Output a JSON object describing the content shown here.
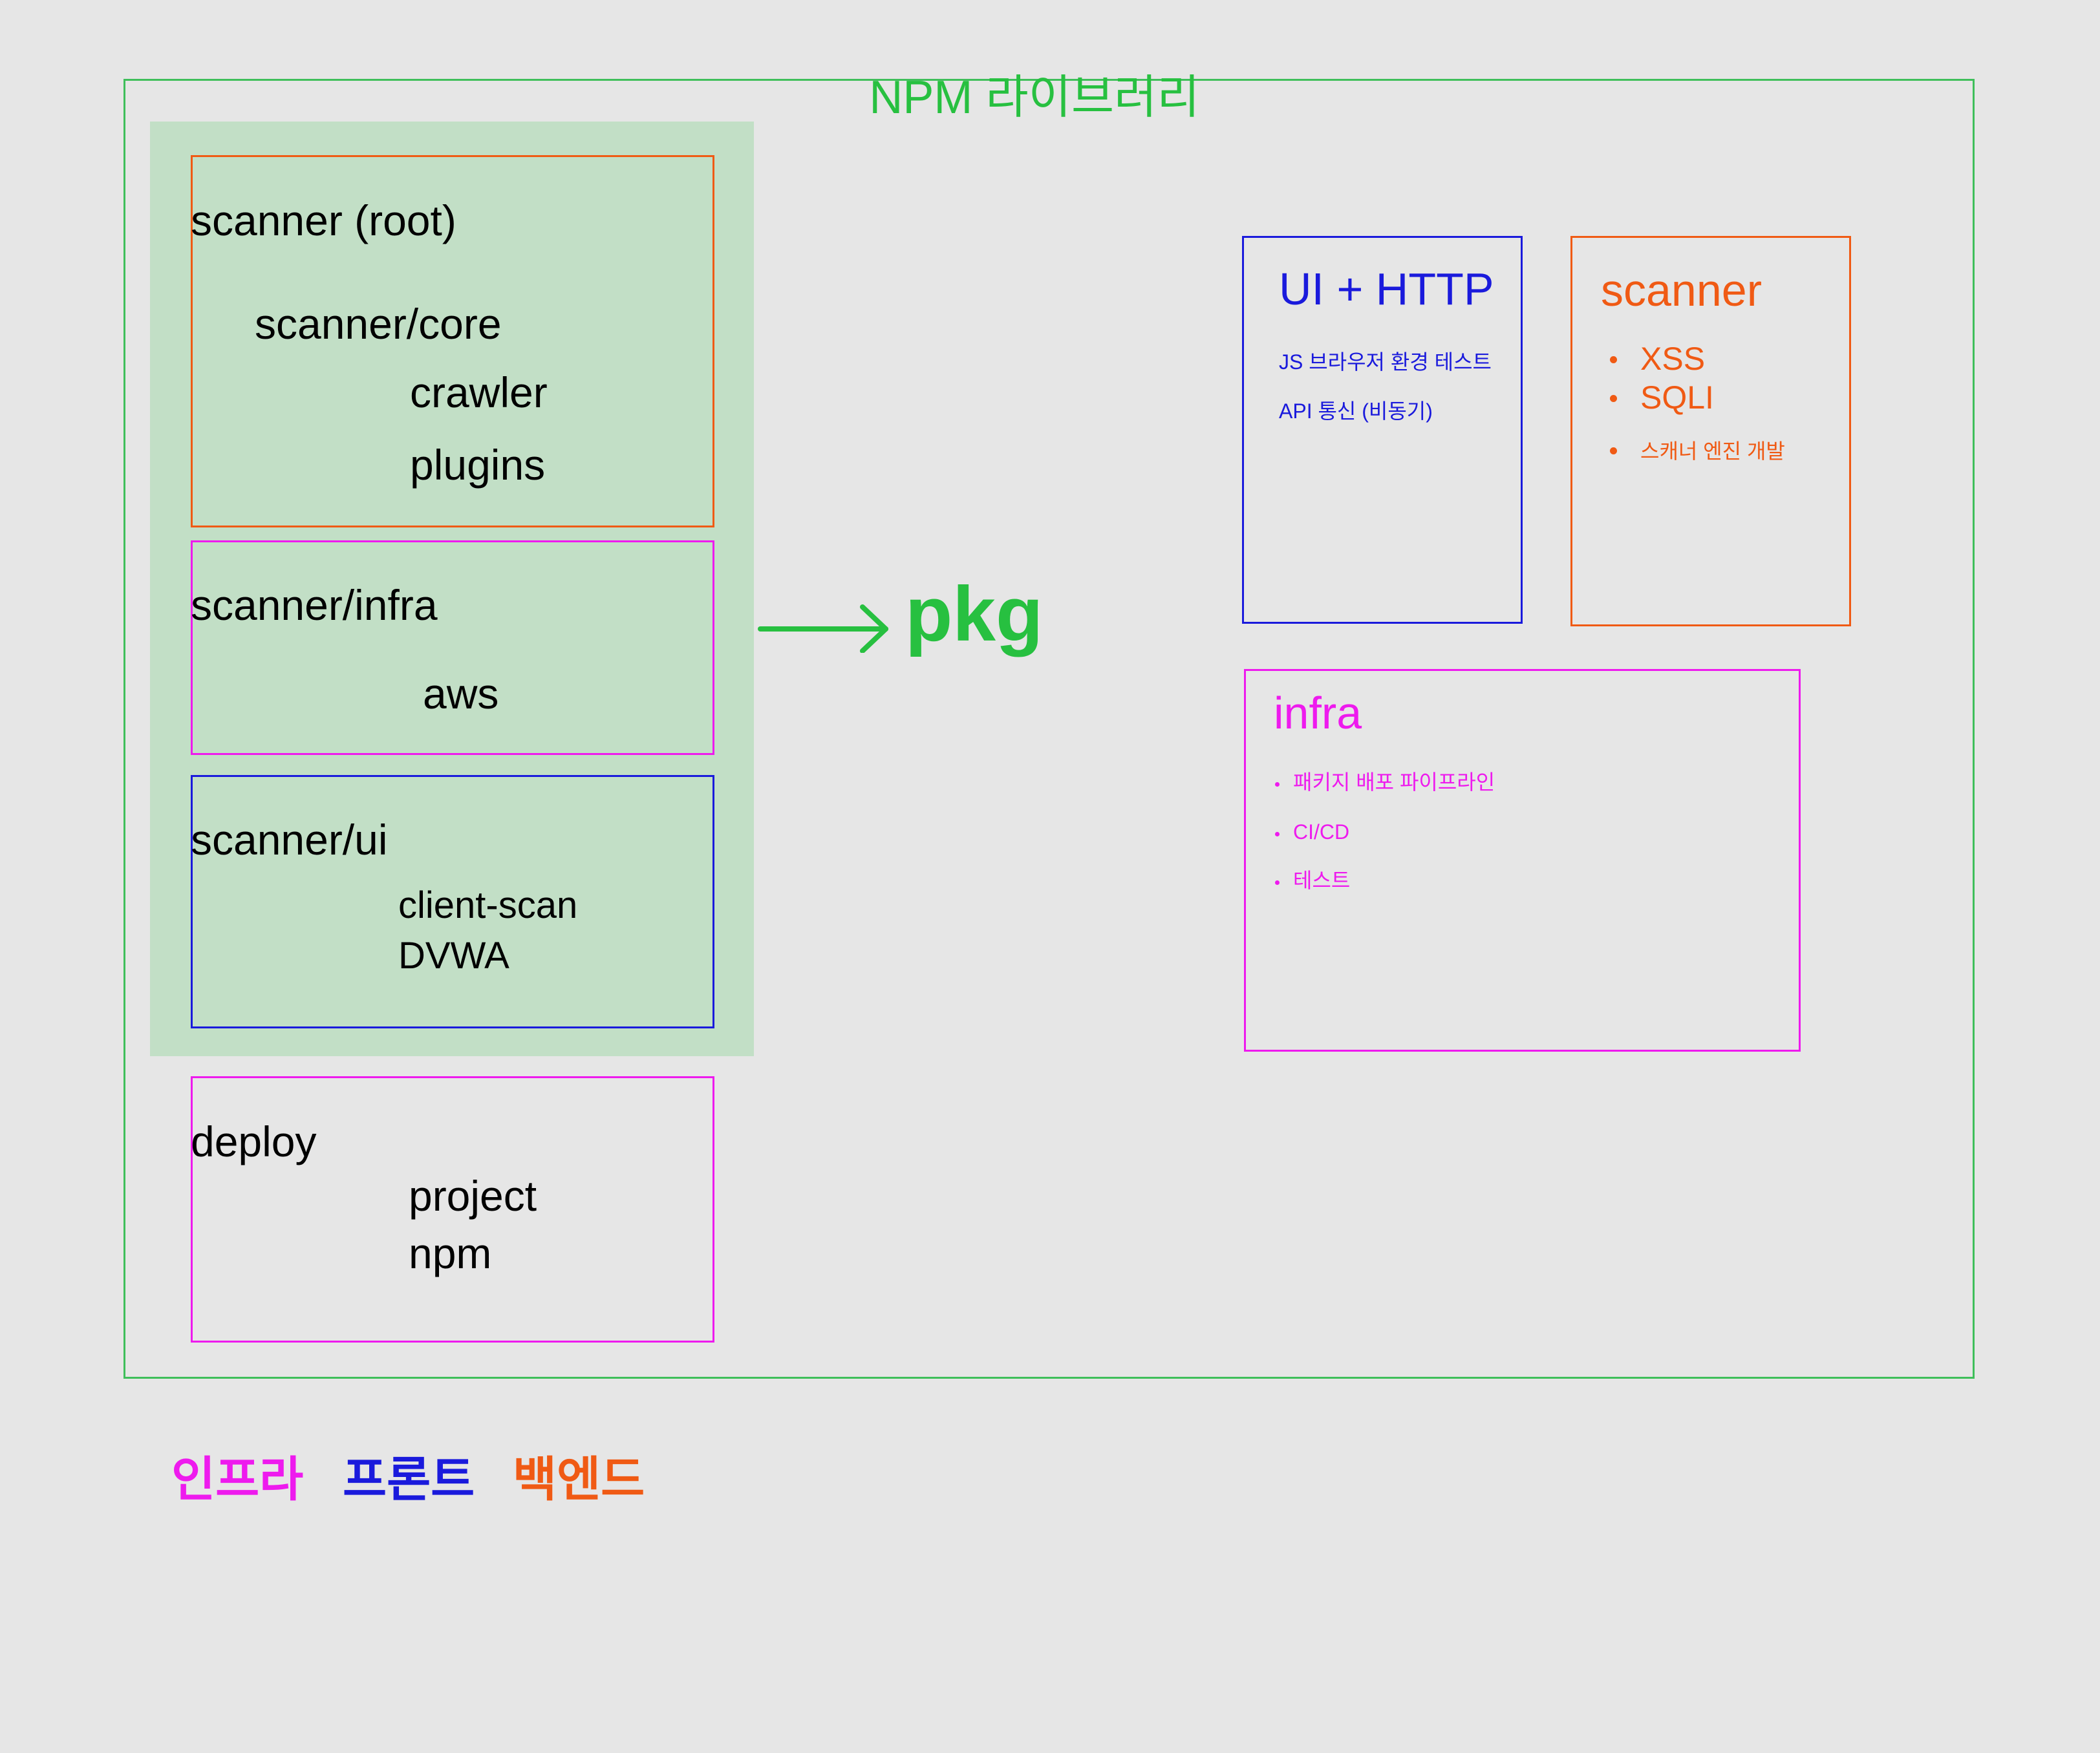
{
  "outer_title": "NPM 라이브러리",
  "left": {
    "root": {
      "title": "scanner (root)",
      "core": "scanner/core",
      "items": [
        "crawler",
        "plugins"
      ]
    },
    "infra": {
      "title": "scanner/infra",
      "items": [
        "aws"
      ]
    },
    "ui": {
      "title": "scanner/ui",
      "items": [
        "client-scan",
        "DVWA"
      ]
    },
    "deploy": {
      "title": "deploy",
      "items": [
        "project",
        "npm"
      ]
    }
  },
  "pkg_label": "pkg",
  "ui_http": {
    "title": "UI + HTTP",
    "lines": [
      "JS 브라우저 환경 테스트",
      "API 통신 (비동기)"
    ]
  },
  "scanner_box": {
    "title": "scanner",
    "items": [
      "XSS",
      "SQLI",
      "스캐너 엔진 개발"
    ]
  },
  "infra_box": {
    "title": "infra",
    "items": [
      "패키지 배포 파이프라인",
      "CI/CD",
      "테스트"
    ]
  },
  "legend": {
    "infra": "인프라",
    "front": "프론트",
    "back": "백엔드"
  },
  "colors": {
    "background": "#e6e6e6",
    "green": "#27c040",
    "panel": "#c2dfc6",
    "orange": "#f05a14",
    "magenta": "#ee1aee",
    "blue": "#1a1adc"
  }
}
